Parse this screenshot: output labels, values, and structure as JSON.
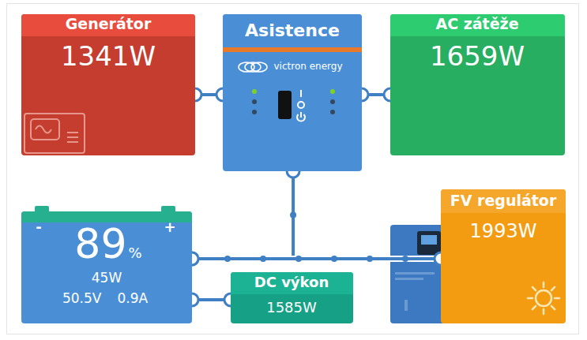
{
  "diagram": {
    "nodes": [
      {
        "text": [
          "Generátor",
          "1341W"
        ]
      },
      {
        "text": [
          "Asistence",
          "victron energy"
        ]
      },
      {
        "text": [
          "AC zátěže",
          "1659W"
        ]
      },
      {
        "text": [
          "-",
          "+",
          "89",
          "%",
          "45W",
          "50.5V",
          "0.9A"
        ]
      },
      {
        "text": [
          "DC výkon",
          "1585W"
        ]
      },
      {
        "text": [
          "FV regulátor",
          "1993W"
        ]
      }
    ],
    "edges": [
      {
        "from": 0,
        "to": 1,
        "arrow": "none"
      },
      {
        "from": 1,
        "to": 2,
        "arrow": "none"
      },
      {
        "from": 1,
        "to": 3,
        "arrow": "none"
      },
      {
        "from": 5,
        "to": 3,
        "arrow": "none"
      },
      {
        "from": 3,
        "to": 4,
        "arrow": "none"
      }
    ]
  }
}
